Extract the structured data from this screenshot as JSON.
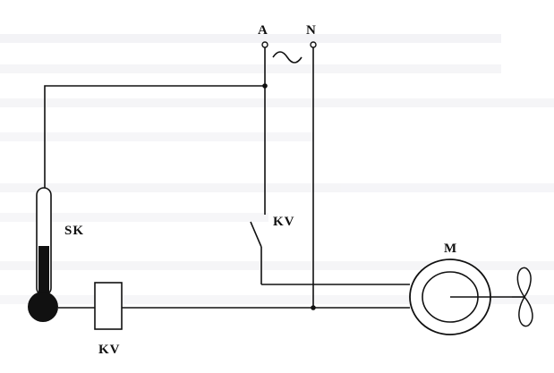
{
  "labels": {
    "phase": "A",
    "neutral": "N",
    "sensor": "SK",
    "relay_contact": "KV",
    "relay_coil": "KV",
    "motor": "M"
  },
  "colors": {
    "wire": "#111111",
    "background": "#ffffff"
  }
}
